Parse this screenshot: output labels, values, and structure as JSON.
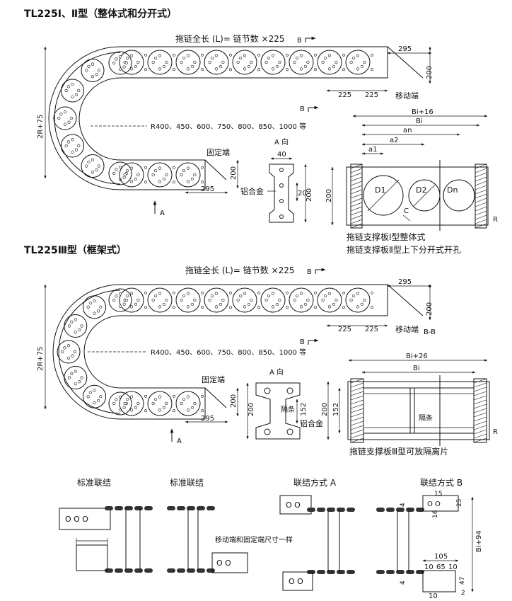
{
  "s1": {
    "title": "TL225Ⅰ、Ⅱ型（整体式和分开式）",
    "length_formula": "拖链全长 (L)= 链节数 ×225",
    "section_b": "B",
    "dim_295_top": "295",
    "dim_200_right": "200",
    "dim_225_a": "225",
    "dim_225_b": "225",
    "moving_end": "移动端",
    "dim_2r75": "2R+75",
    "radius_list": "R400、450、600、750、800、850、1000 等",
    "fixed_end": "固定端",
    "dim_200_fixed": "200",
    "dim_295_bottom": "295",
    "view_a_label": "A",
    "view_a_title": "A 向",
    "dim_40": "40",
    "dim_20": "20",
    "dim_200_vert": "200",
    "aluminum": "铝合金",
    "section_b2": "B",
    "dim_bi16": "Bi+16",
    "dim_bi": "Bi",
    "dim_an": "an",
    "dim_a2": "a2",
    "dim_a1": "a1",
    "circle_d1": "D1",
    "circle_d2": "D2",
    "circle_dn": "Dn",
    "dim_c": "C",
    "dim_r": "R",
    "dim_200_plate": "200",
    "caption_line1": "拖链支撑板Ⅰ型整体式",
    "caption_line2": "拖链支撑板Ⅱ型上下分开式开孔"
  },
  "s2": {
    "title": "TL225Ⅲ型（框架式）",
    "length_formula": "拖链全长 (L)= 链节数 ×225",
    "section_b": "B",
    "dim_295_top": "295",
    "dim_200_right": "200",
    "dim_225_a": "225",
    "dim_225_b": "225",
    "moving_end": "移动端",
    "bb_label": "B-B",
    "dim_2r75": "2R+75",
    "radius_list": "R400、450、600、750、800、850、1000 等",
    "fixed_end": "固定端",
    "dim_200_fixed": "200",
    "dim_295_bottom": "295",
    "view_a_label": "A",
    "view_a_title": "A 向",
    "dim_200_vert": "200",
    "divider": "隔条",
    "dim_152": "152",
    "aluminum": "铝合金",
    "section_b2": "B",
    "dim_bi26": "Bi+26",
    "dim_bi": "Bi",
    "dim_200_plate": "200",
    "dim_152_plate": "152",
    "divider_plate": "隔条",
    "dim_r": "R",
    "caption": "拖链支撑板Ⅲ型可放隔离片"
  },
  "s3": {
    "std1": "标准联结",
    "std2": "标准联结",
    "method_a": "联结方式 A",
    "method_b": "联结方式 B",
    "same_note": "移动端和固定端尺寸一样",
    "dim_15": "15",
    "dim_25": "25",
    "dim_16": "16",
    "dim_4a": "4",
    "dim_4b": "4",
    "dim_bi94": "Bi+94",
    "dim_105": "105",
    "dim_10a": "10",
    "dim_65": "65",
    "dim_10b": "10",
    "dim_47": "47",
    "dim_10c": "10",
    "dim_2": "2"
  }
}
